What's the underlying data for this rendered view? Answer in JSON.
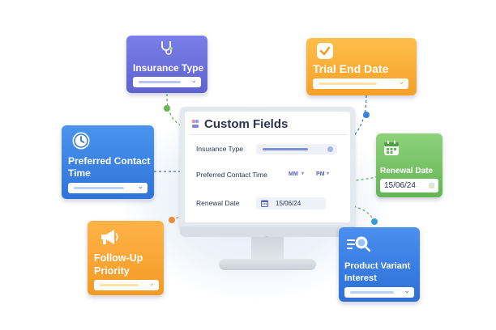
{
  "screen": {
    "title": "Custom Fields",
    "rows": [
      {
        "label": "Insurance Type"
      },
      {
        "label": "Preferred Contact Time",
        "mm": "MM",
        "pm": "PM"
      },
      {
        "label": "Renewal Date",
        "date": "15/06/24"
      }
    ]
  },
  "cards": {
    "insurance_type": {
      "title": "Insurance Type",
      "icon": "stethoscope-icon"
    },
    "trial_end_date": {
      "title": "Trial End Date",
      "icon": "checkmark-icon"
    },
    "preferred_contact_time": {
      "title_line1": "Preferred Contact",
      "title_line2": "Time",
      "icon": "clock-icon"
    },
    "renewal_date": {
      "title": "Renewal Date",
      "date": "15/06/24",
      "icon": "calendar-icon"
    },
    "follow_up_priority": {
      "title_line1": "Follow-Up",
      "title_line2": "Priority",
      "icon": "megaphone-icon"
    },
    "product_variant_interest": {
      "title_line1": "Product Variant",
      "title_line2": "Interest",
      "icon": "product-search-icon"
    }
  },
  "colors": {
    "purple": "#6a6edb",
    "orange": "#f7a935",
    "blue": "#3a82e2",
    "green": "#74c263",
    "amber": "#f6a330",
    "text_dark": "#2c3350"
  }
}
